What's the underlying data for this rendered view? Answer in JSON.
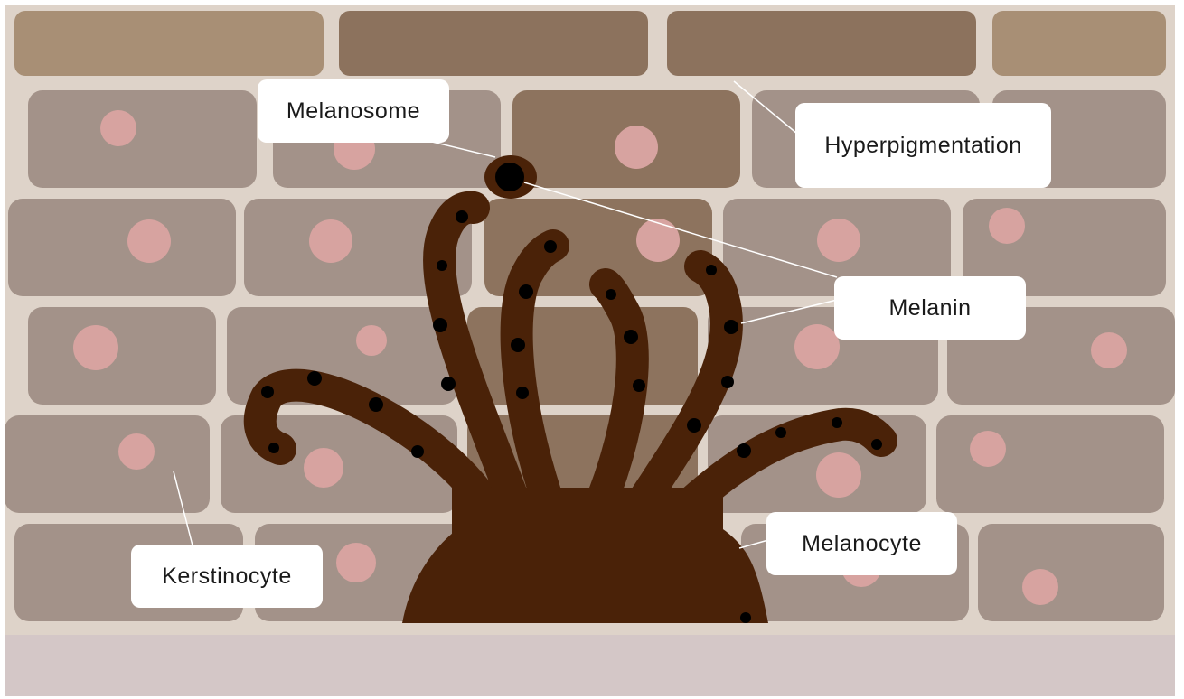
{
  "labels": {
    "melanosome": "Melanosome",
    "hyperpigmentation": "Hyperpigmentation",
    "melanin": "Melanin",
    "melanocyte": "Melanocyte",
    "keratinocyte": "Kerstinocyte"
  },
  "colors": {
    "background": "#ded3c9",
    "basal_layer": "#d4c7c7",
    "keratinocyte_cell": "#a39289",
    "pigmented_cell": "#8d735e",
    "top_cell_light": "#a88f75",
    "top_cell_dark": "#8c725d",
    "nucleus": "#d7a3a0",
    "melanocyte": "#4a2208",
    "melanin": "#000000",
    "callout_box": "#ffffff",
    "leader_line": "#ffffff"
  }
}
